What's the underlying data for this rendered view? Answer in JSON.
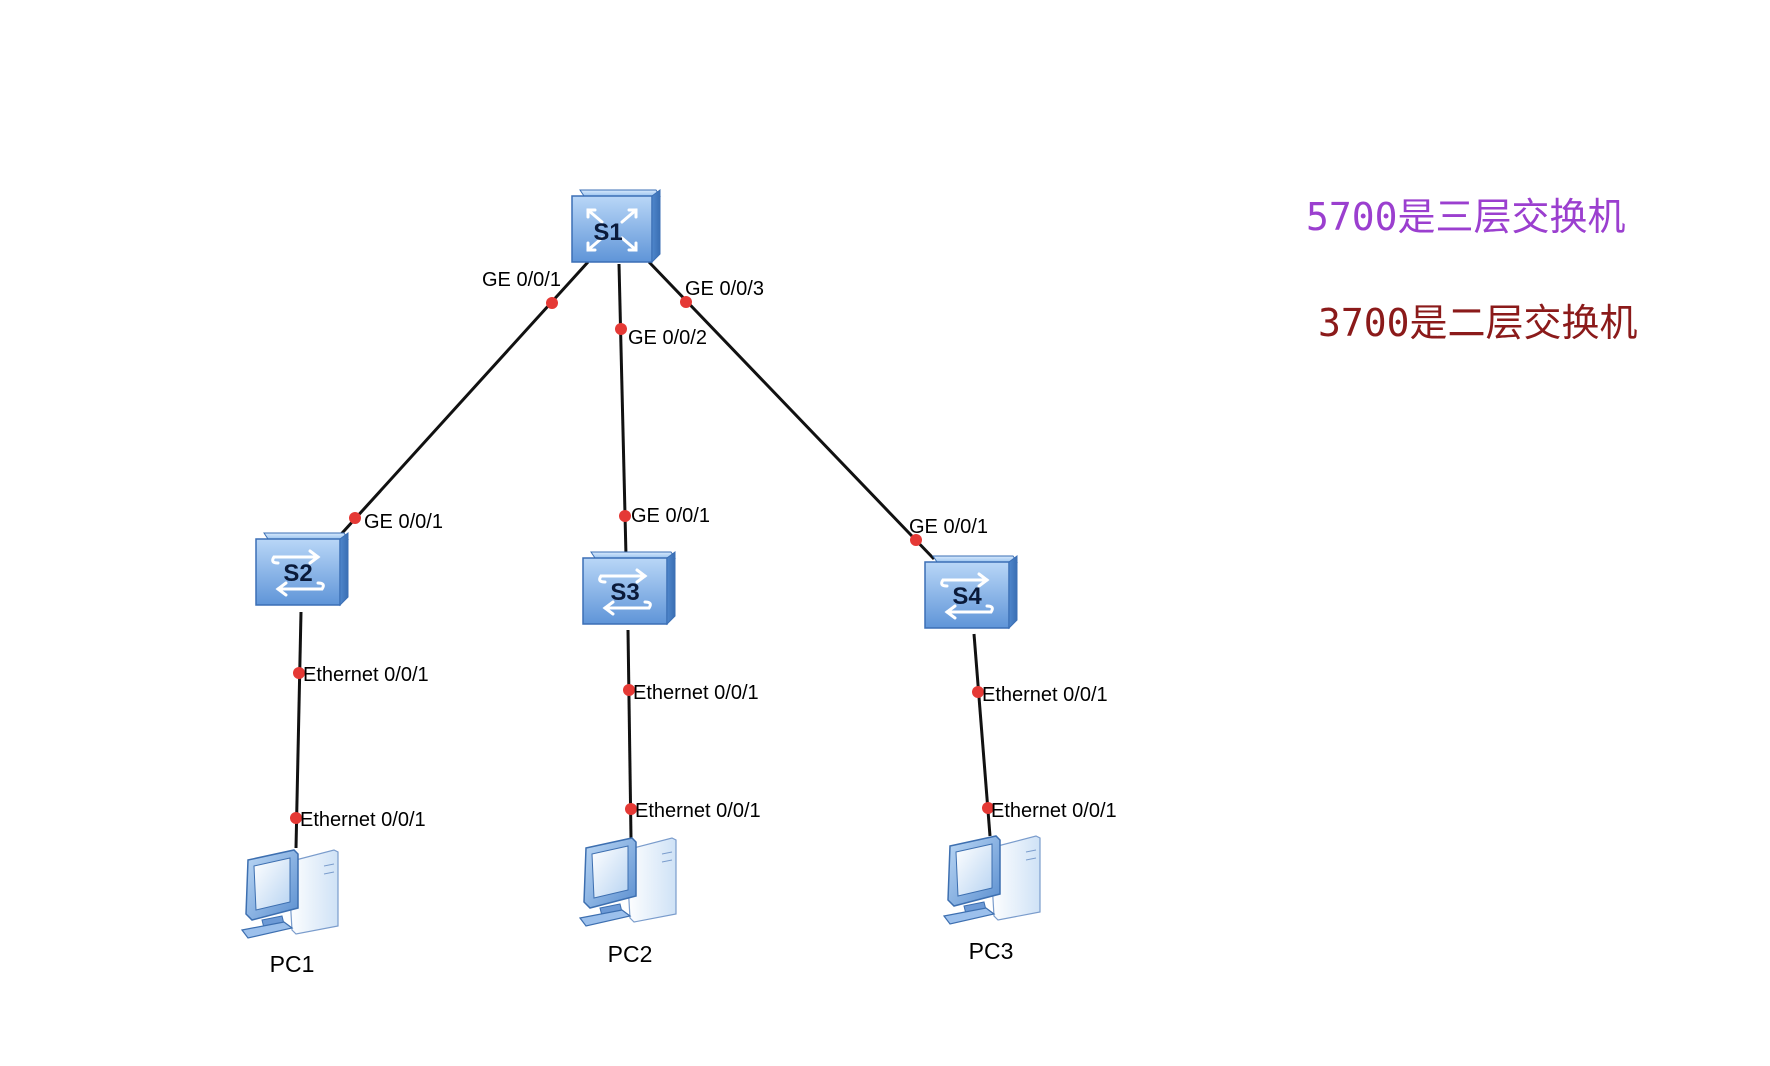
{
  "colors": {
    "link": "#111111",
    "port_dot": "#e53935",
    "switch_body": "#6fa8e8",
    "note_l3": "#9b3fcf",
    "note_l2": "#8b1a1a"
  },
  "notes": {
    "l3": "5700是三层交换机",
    "l2": "3700是二层交换机"
  },
  "devices": {
    "S1": {
      "label": "S1",
      "kind": "l3-switch",
      "icon": "l3-switch-icon"
    },
    "S2": {
      "label": "S2",
      "kind": "l2-switch",
      "icon": "l2-switch-icon"
    },
    "S3": {
      "label": "S3",
      "kind": "l2-switch",
      "icon": "l2-switch-icon"
    },
    "S4": {
      "label": "S4",
      "kind": "l2-switch",
      "icon": "l2-switch-icon"
    },
    "PC1": {
      "label": "PC1",
      "kind": "pc",
      "icon": "pc-icon"
    },
    "PC2": {
      "label": "PC2",
      "kind": "pc",
      "icon": "pc-icon"
    },
    "PC3": {
      "label": "PC3",
      "kind": "pc",
      "icon": "pc-icon"
    }
  },
  "links": [
    {
      "from": "S1",
      "from_port": "GE 0/0/1",
      "to": "S2",
      "to_port": "GE 0/0/1"
    },
    {
      "from": "S1",
      "from_port": "GE 0/0/2",
      "to": "S3",
      "to_port": "GE 0/0/1"
    },
    {
      "from": "S1",
      "from_port": "GE 0/0/3",
      "to": "S4",
      "to_port": "GE 0/0/1"
    },
    {
      "from": "S2",
      "from_port": "Ethernet 0/0/1",
      "to": "PC1",
      "to_port": "Ethernet 0/0/1"
    },
    {
      "from": "S3",
      "from_port": "Ethernet 0/0/1",
      "to": "PC2",
      "to_port": "Ethernet 0/0/1"
    },
    {
      "from": "S4",
      "from_port": "Ethernet 0/0/1",
      "to": "PC3",
      "to_port": "Ethernet 0/0/1"
    }
  ]
}
